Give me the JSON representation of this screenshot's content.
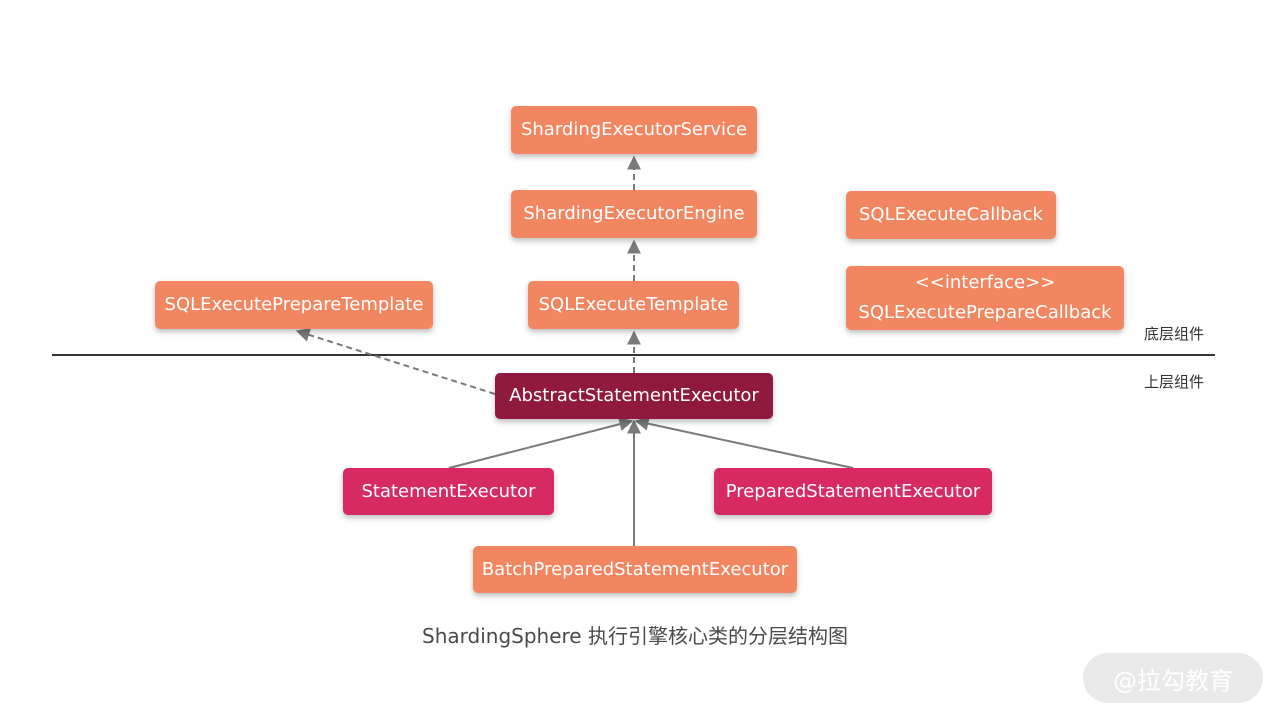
{
  "nodes": {
    "sharding_executor_service": "ShardingExecutorService",
    "sharding_executor_engine": "ShardingExecutorEngine",
    "sql_execute_callback": "SQLExecuteCallback",
    "sql_execute_prepare_callback_stereotype": "<<interface>>",
    "sql_execute_prepare_callback": "SQLExecutePrepareCallback",
    "sql_execute_prepare_template": "SQLExecutePrepareTemplate",
    "sql_execute_template": "SQLExecuteTemplate",
    "abstract_statement_executor": "AbstractStatementExecutor",
    "statement_executor": "StatementExecutor",
    "prepared_statement_executor": "PreparedStatementExecutor",
    "batch_prepared_statement_executor": "BatchPreparedStatementExecutor"
  },
  "layers": {
    "bottom_label": "底层组件",
    "top_label": "上层组件"
  },
  "caption": "ShardingSphere 执行引擎核心类的分层结构图",
  "watermark": "@拉勾教育",
  "colors": {
    "orange": "#F28661",
    "pink": "#D72A62",
    "maroon": "#901A3D",
    "arrow": "#7a7a7a",
    "separator": "#333333"
  }
}
